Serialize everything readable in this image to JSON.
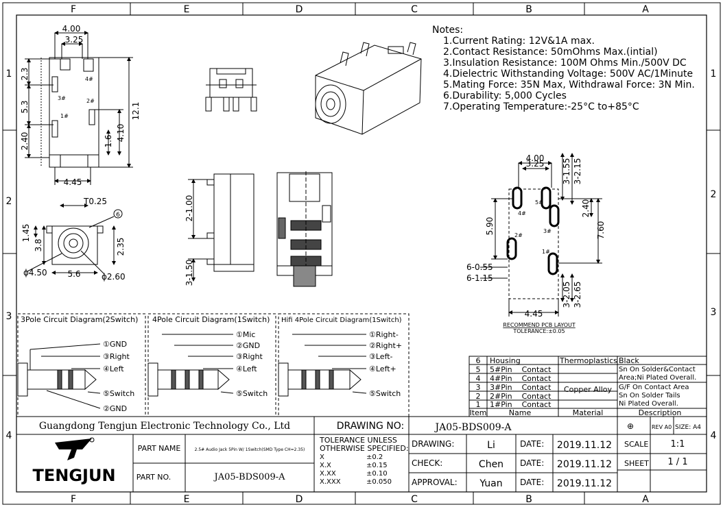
{
  "border": {
    "columns": [
      "F",
      "E",
      "D",
      "C",
      "B",
      "A"
    ],
    "rows": [
      "1",
      "2",
      "3",
      "4"
    ]
  },
  "notes": {
    "heading": "Notes:",
    "lines": [
      "1.Current Rating: 12V&1A max.",
      "2.Contact Resistance: 50mOhms Max.(intial)",
      "3.Insulation Resistance: 100M Ohms Min./500V DC",
      "4.Dielectric Withstanding Voltage: 500V AC/1Minute",
      "5.Mating Force: 35N Max, Withdrawal Force: 3N Min.",
      "6.Durability: 5,000 Cycles",
      "7.Operating Temperature:-25°C to+85°C"
    ]
  },
  "top_view": {
    "dims": [
      "4.00",
      "3.25",
      "2.3",
      "5.3",
      "2.40",
      "12.1",
      "1.6",
      "4.10",
      "4.45"
    ],
    "pins": [
      "4#",
      "3#",
      "1#",
      "2#"
    ]
  },
  "front_view": {
    "dims": [
      "T0.25",
      "1.45",
      "3.8",
      "ϕ4.50",
      "5.6",
      "2.35",
      "ϕ2.60"
    ],
    "balloon": "6"
  },
  "side_view": {
    "dims": [
      "2-1.00",
      "3-1.50"
    ]
  },
  "pcb_layout": {
    "dims": [
      "4.00",
      "3.25",
      "3-1.55",
      "3-2.15",
      "2.40",
      "5.90",
      "7.60",
      "6-0.55",
      "6-1.15",
      "3-2.05",
      "3-2.65",
      "4.45"
    ],
    "pins": [
      "4#",
      "5#",
      "3#",
      "2#",
      "1#"
    ],
    "title": "RECOMMEND PCB LAYOUT",
    "tolerance": "TOLERANCE:±0.05"
  },
  "circuits": [
    {
      "title": "3Pole Circuit Diagram(2Switch)",
      "labels": [
        "①GND",
        "③Right",
        "④Left",
        "⑤Switch",
        "②GND"
      ]
    },
    {
      "title": "4Pole Circuit Diagram(1Switch)",
      "labels": [
        "①Mic",
        "②GND",
        "③Right",
        "④Left",
        "⑤Switch"
      ]
    },
    {
      "title": "Hifi 4Pole Circuit Diagram(1Switch)",
      "labels": [
        "①Right-",
        "②Right+",
        "③Left-",
        "④Left+",
        "⑤Switch"
      ]
    }
  ],
  "bom": {
    "rows": [
      {
        "item": "6",
        "name": "Housing",
        "material": "Thermoplastics",
        "desc": "Black"
      },
      {
        "item": "5",
        "name": "5#Pin    Contact"
      },
      {
        "item": "4",
        "name": "4#Pin    Contact"
      },
      {
        "item": "3",
        "name": "3#Pin    Contact"
      },
      {
        "item": "2",
        "name": "2#Pin    Contact"
      },
      {
        "item": "1",
        "name": "1#Pin    Contact"
      }
    ],
    "shared_material": "Copper Alloy",
    "desc_lines": [
      "Sn On Solder&Contact",
      "Area;Ni Plated Overall.",
      "G/F On Contact Area",
      "Sn On Solder Tails",
      "Ni Plated Overall."
    ],
    "header": {
      "item": "Item",
      "name": "Name",
      "material": "Material",
      "desc": "Description"
    }
  },
  "title_block": {
    "company": "Guangdong Tengjun Electronic Technology Co., Ltd",
    "logo_text": "TENGJUN",
    "drawing_no_label": "DRAWING  NO:",
    "drawing_no": "JA05-BDS009-A",
    "part_name_label": "PART NAME",
    "part_name": "2.5# Audio Jack 5Pin W/ 1Switch(SMD Type CH=2.35)",
    "part_no_label": "PART NO.",
    "part_no": "JA05-BDS009-A",
    "tolerance_title": [
      "TOLERANCE  UNLESS",
      "OTHERWISE  SPECIFIED:"
    ],
    "tolerances": [
      [
        "X",
        "±0.2"
      ],
      [
        "X.X",
        "±0.15"
      ],
      [
        "X.XX",
        "±0.10"
      ],
      [
        "X.XXX",
        "±0.050"
      ]
    ],
    "drawing_label": "DRAWING:",
    "drawing_by": "Li",
    "check_label": "CHECK:",
    "check_by": "Chen",
    "approval_label": "APPROVAL:",
    "approval_by": "Yuan",
    "date_label": "DATE:",
    "date": "2019.11.12",
    "scale_label": "SCALE",
    "scale": "1:1",
    "sheet_label": "SHEET",
    "sheet": "1 / 1",
    "rev_label": "REV A0",
    "size_label": "SIZE: A4"
  }
}
